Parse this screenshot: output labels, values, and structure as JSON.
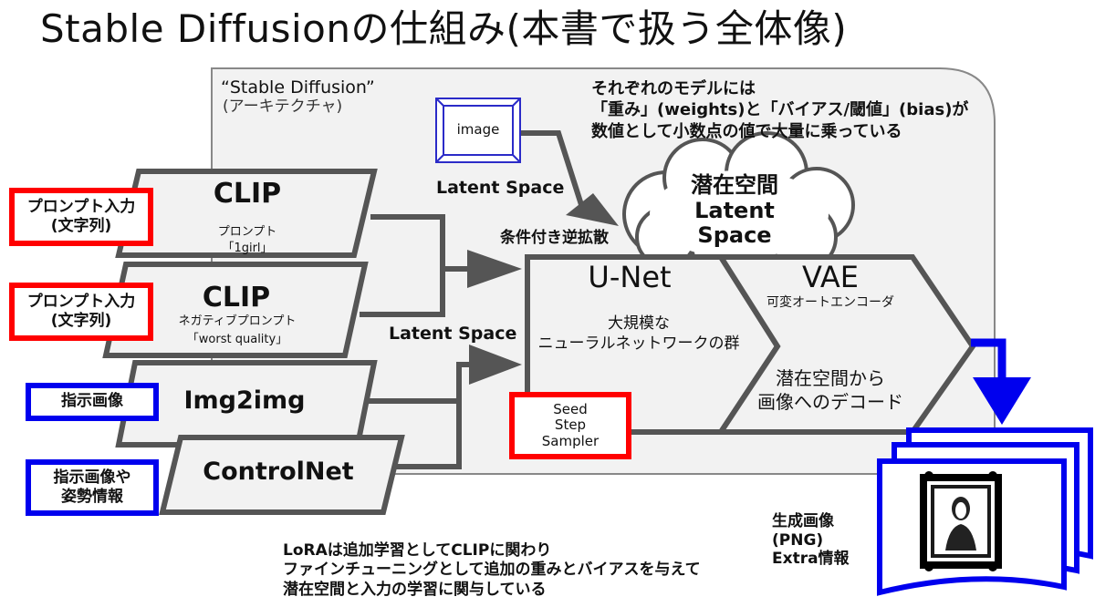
{
  "title": "Stable Diffusionの仕組み(本書で扱う全体像)",
  "architecture": {
    "label": "“Stable Diffusion”",
    "sublabel": "(アーキテクチャ)"
  },
  "weights_note": {
    "line1": "それぞれのモデルには",
    "line2": "「重み」(weights)と「バイアス/閾値」(bias)が",
    "line3": "数値として小数点の値で大量に乗っている"
  },
  "inputs": {
    "prompt_1": "プロンプト入力\n(文字列)",
    "prompt_2": "プロンプト入力\n(文字列)",
    "instruction_image": "指示画像",
    "pose": "指示画像や\n姿勢情報"
  },
  "encoders": {
    "clip_1": {
      "name": "CLIP",
      "sub1": "プロンプト",
      "sub2": "「1girl」"
    },
    "clip_2": {
      "name": "CLIP",
      "sub1": "ネガティブプロンプト",
      "sub2": "「worst quality」"
    },
    "img2img": {
      "name": "Img2img"
    },
    "controlnet": {
      "name": "ControlNet"
    }
  },
  "image_box": "image",
  "latent_space_top": "Latent Space",
  "latent_space_mid": "Latent Space",
  "conditional": "条件付き逆拡散",
  "cloud": {
    "line1": "潜在空間",
    "line2": "Latent",
    "line3": "Space"
  },
  "unet": {
    "name": "U-Net",
    "desc1": "大規模な",
    "desc2": "ニューラルネットワークの群"
  },
  "seed_box": {
    "line1": "Seed",
    "line2": "Step",
    "line3": "Sampler"
  },
  "vae": {
    "name": "VAE",
    "sub": "可変オートエンコーダ",
    "desc1": "潜在空間から",
    "desc2": "画像へのデコード"
  },
  "output": {
    "line1": "生成画像",
    "line2": "(PNG)",
    "line3": "Extra情報"
  },
  "lora": {
    "line1": "LoRAは追加学習としてCLIPに関わり",
    "line2": "ファインチューニングとして追加の重みとバイアスを与えて",
    "line3": "潜在空間と入力の学習に関与している"
  },
  "colors": {
    "red": "#ff0000",
    "blue": "#0000ee",
    "panel": "#f2f2f2",
    "dark": "#555555"
  }
}
